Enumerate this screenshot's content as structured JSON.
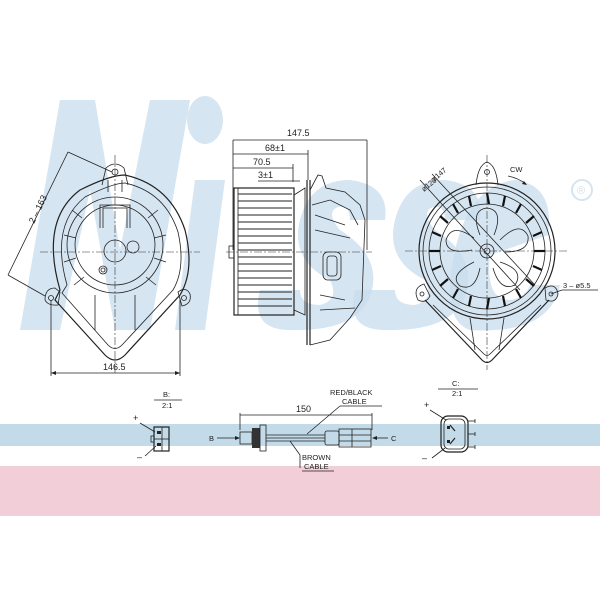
{
  "watermark": {
    "brand": "Nissens",
    "registered_mark": "®",
    "color": "#c8dcee"
  },
  "bands": {
    "blue": "#c3dbe8",
    "pink": "#f2cfd8"
  },
  "front_view": {
    "dim_diagonal": "2 – 163",
    "dim_width": "146.5"
  },
  "side_view": {
    "dim_total": "147.5",
    "dim_1": "68±1",
    "dim_2": "70.5",
    "dim_3": "3±1"
  },
  "rear_view": {
    "rotation": "CW",
    "dim_outer_dia": "ø147",
    "dim_inner_dia": "ø120",
    "dim_holes": "3 – ø5.5"
  },
  "connector_b": {
    "title": "B:",
    "scale": "2:1",
    "plus": "+",
    "minus": "–"
  },
  "connector_c": {
    "title": "C:",
    "scale": "2:1",
    "plus": "+",
    "minus": "–"
  },
  "harness": {
    "length": "150",
    "label_b": "B",
    "label_c": "C",
    "red_black_line1": "RED/BLACK",
    "red_black_line2": "CABLE",
    "brown_line1": "BROWN",
    "brown_line2": "CABLE"
  }
}
